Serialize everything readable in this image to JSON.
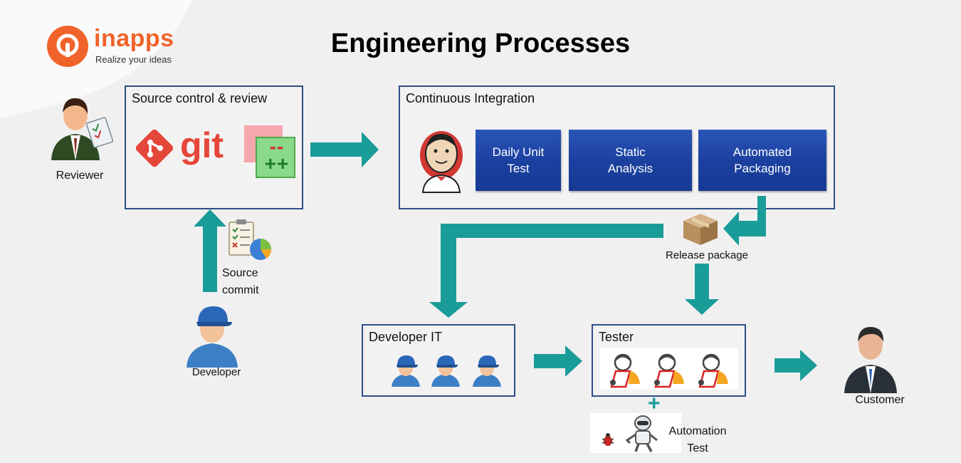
{
  "brand": {
    "name": "inapps",
    "tagline": "Realize your ideas"
  },
  "title": "Engineering Processes",
  "reviewer": {
    "label": "Reviewer"
  },
  "source_control": {
    "title": "Source control & review",
    "git_label": "git",
    "diff_minus": "--",
    "diff_plus": "++"
  },
  "continuous_integration": {
    "title": "Continuous Integration",
    "steps": [
      "Daily Unit\nTest",
      "Static\nAnalysis",
      "Automated\nPackaging"
    ]
  },
  "release": {
    "label": "Release package"
  },
  "source_commit": {
    "label": "Source\ncommit"
  },
  "developer": {
    "label": "Developer"
  },
  "developer_it": {
    "title": "Developer IT"
  },
  "tester": {
    "title": "Tester"
  },
  "automation": {
    "plus": "+",
    "label": "Automation\nTest"
  },
  "customer": {
    "label": "Customer"
  },
  "colors": {
    "accent": "#1a9c99",
    "box_border": "#2d4f85",
    "ci_blue": "#1f47a8",
    "brand": "#f0632a"
  }
}
